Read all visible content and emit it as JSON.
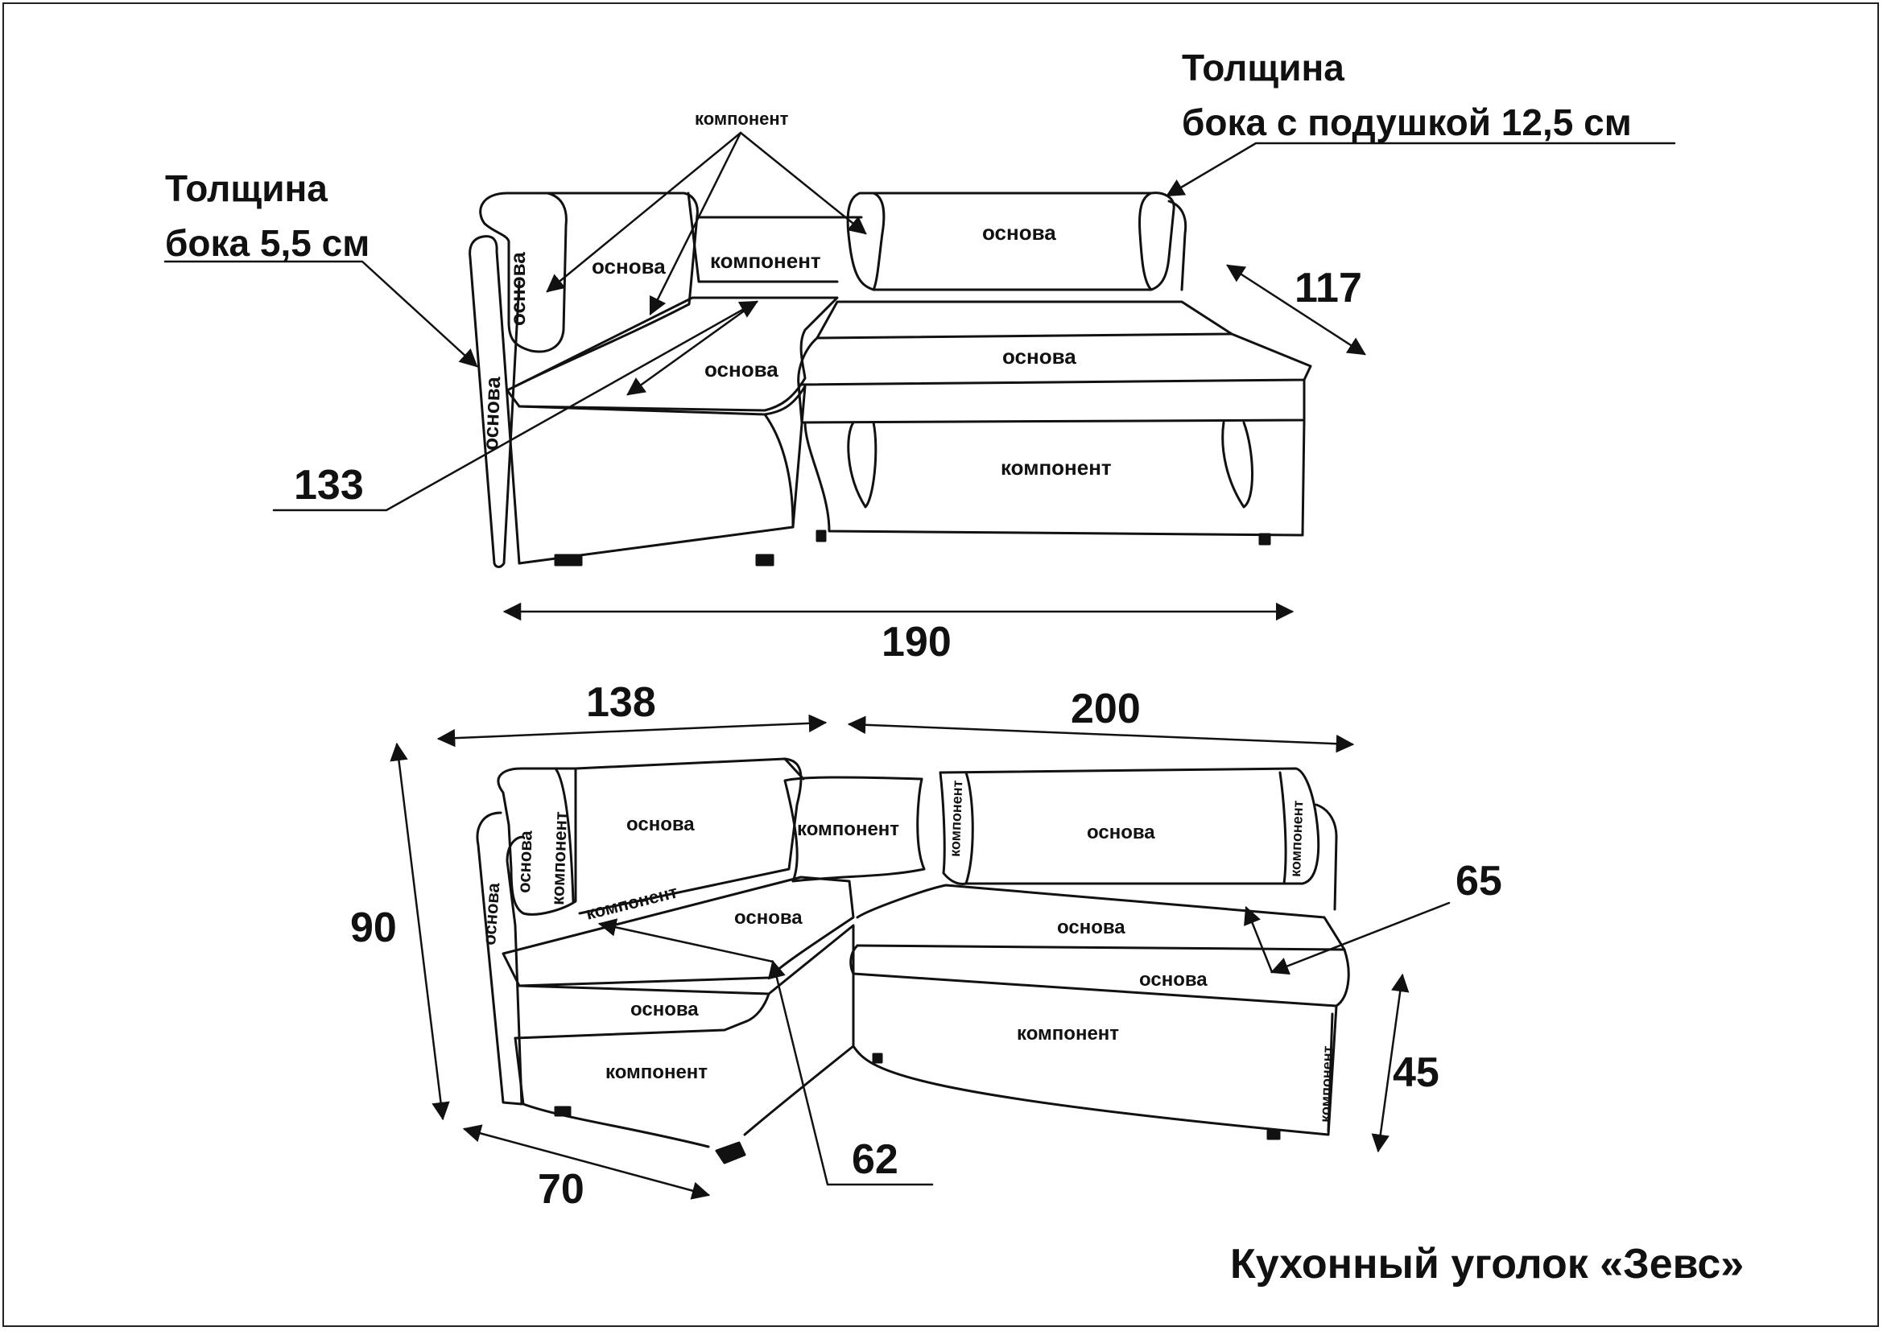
{
  "title": "Кухонный уголок «Зевс»",
  "top_view": {
    "thickness_left": {
      "line1": "Толщина",
      "line2": "бока 5,5 см"
    },
    "thickness_right": {
      "line1": "Толщина",
      "line2": "бока с подушкой 12,5 см"
    },
    "dim_117": "117",
    "dim_133": "133",
    "dim_190": "190",
    "labels": {
      "komponent_top": "компонент",
      "osnova_armrest": "основа",
      "osnova_back_left": "основа",
      "komponent_back_mid": "компонент",
      "osnova_back_right": "основа",
      "osnova_side_left": "основа",
      "osnova_seat_left": "основа",
      "osnova_seat_right": "основа",
      "komponent_front": "компонент"
    }
  },
  "bottom_view": {
    "dim_138": "138",
    "dim_200": "200",
    "dim_90": "90",
    "dim_70": "70",
    "dim_65": "65",
    "dim_62": "62",
    "dim_45": "45",
    "labels": {
      "osnova_back_left": "основа",
      "komponent_arm_1": "компонент",
      "osnova_arm": "основа",
      "osnova_side": "основа",
      "komponent_strip": "компонент",
      "komponent_pillow": "компонент",
      "komponent_back_right_l": "компонент",
      "osnova_back_right": "основа",
      "komponent_back_right_r": "компонент",
      "osnova_seat_left": "основа",
      "osnova_seat_right": "основа",
      "osnova_front_right": "основа",
      "osnova_front_left": "основа",
      "komponent_box_left": "компонент",
      "komponent_box_right": "компонент",
      "komponent_side_right": "компонент"
    }
  }
}
